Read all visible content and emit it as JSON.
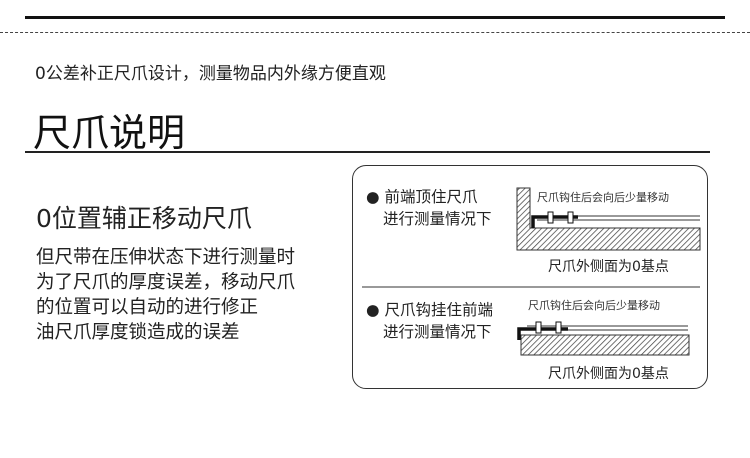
{
  "subtitle": "0公差补正尺爪设计，测量物品内外缘方便直观",
  "title": "尺爪说明",
  "heading": "0位置辅正移动尺爪",
  "paragraph": [
    "但尺带在压伸状态下进行测量时",
    "为了尺爪的厚度误差，移动尺爪",
    "的位置可以自动的进行修正",
    "油尺爪厚度锁造成的误差"
  ],
  "diagram": {
    "case1": {
      "bullet": "●",
      "line1": "前端顶住尺爪",
      "line2": "进行测量情况下",
      "caption": "尺爪钩住后会向后少量移动",
      "base": "尺爪外侧面为0基点"
    },
    "case2": {
      "bullet": "●",
      "line1": "尺爪钩挂住前端",
      "line2": "进行测量情况下",
      "caption": "尺爪钩住后会向后少量移动",
      "base": "尺爪外侧面为0基点"
    }
  }
}
